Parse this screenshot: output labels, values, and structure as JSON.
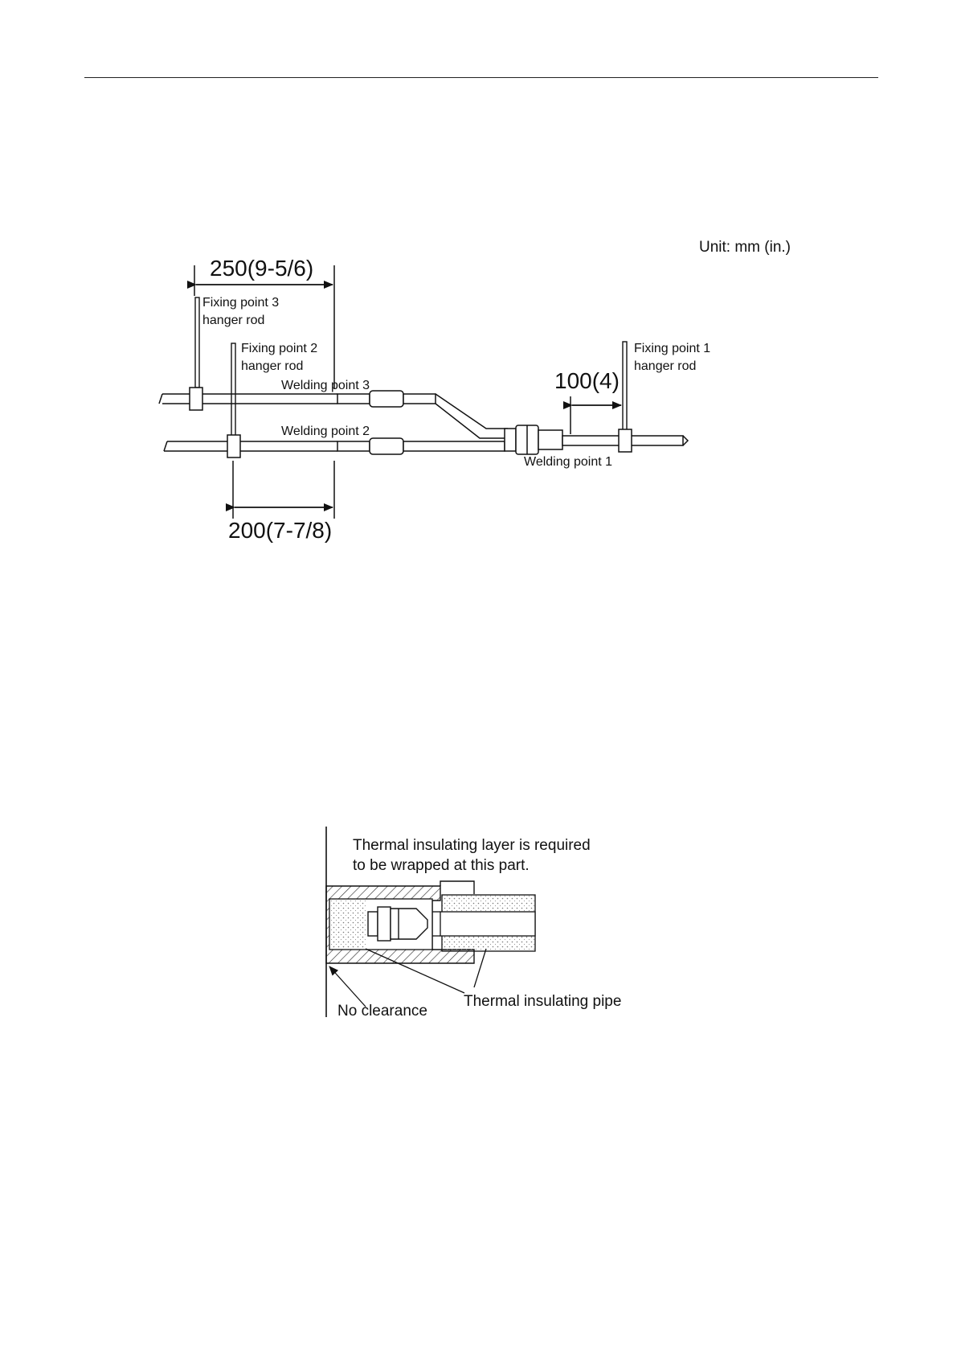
{
  "hanger_diagram": {
    "unit": "Unit: mm (in.)",
    "dim_top": "250(9-5/6)",
    "dim_bottom": "200(7-7/8)",
    "dim_right": "100(4)",
    "fixing_point_3": [
      "Fixing point 3",
      "hanger rod"
    ],
    "fixing_point_2": [
      "Fixing point 2",
      "hanger rod"
    ],
    "fixing_point_1": [
      "Fixing point 1",
      "hanger rod"
    ],
    "welding_point_3": "Welding point 3",
    "welding_point_2": "Welding point 2",
    "welding_point_1": "Welding point 1"
  },
  "insulation_diagram": {
    "layer_note": [
      "Thermal insulating layer is required",
      "to be wrapped at this part."
    ],
    "insulating_pipe": "Thermal insulating pipe",
    "no_clearance": "No clearance"
  }
}
